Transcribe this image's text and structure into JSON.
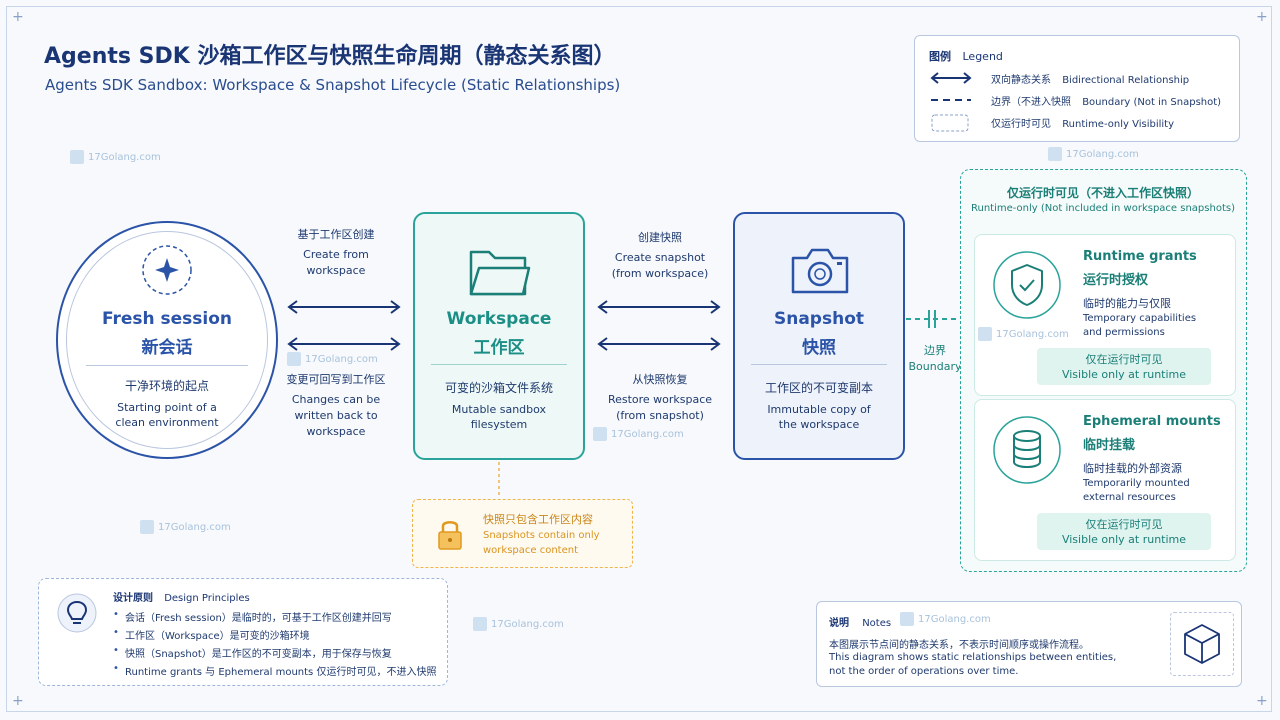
{
  "title": {
    "zh": "Agents SDK 沙箱工作区与快照生命周期（静态关系图）",
    "en": "Agents SDK Sandbox: Workspace & Snapshot Lifecycle (Static Relationships)"
  },
  "legend": {
    "title_zh": "图例",
    "title_en": "Legend",
    "items": [
      {
        "zh": "双向静态关系",
        "en": "Bidirectional Relationship"
      },
      {
        "zh": "边界（不进入快照",
        "en": "Boundary (Not in Snapshot)"
      },
      {
        "zh": "仅运行时可见",
        "en": "Runtime-only Visibility"
      }
    ]
  },
  "fresh": {
    "title_en": "Fresh session",
    "title_zh": "新会话",
    "desc_zh": "干净环境的起点",
    "desc_en_1": "Starting point of a",
    "desc_en_2": "clean environment"
  },
  "workspace": {
    "title_en": "Workspace",
    "title_zh": "工作区",
    "desc_zh": "可变的沙箱文件系统",
    "desc_en_1": "Mutable sandbox",
    "desc_en_2": "filesystem"
  },
  "snapshot": {
    "title_en": "Snapshot",
    "title_zh": "快照",
    "desc_zh": "工作区的不可变副本",
    "desc_en_1": "Immutable copy of",
    "desc_en_2": "the workspace"
  },
  "edges": {
    "create_from": {
      "zh": "基于工作区创建",
      "en_1": "Create from",
      "en_2": "workspace"
    },
    "writeback": {
      "zh": "变更可回写到工作区",
      "en_1": "Changes can be",
      "en_2": "written back to",
      "en_3": "workspace"
    },
    "create_snapshot": {
      "zh": "创建快照",
      "en_1": "Create snapshot",
      "en_2": "(from workspace)"
    },
    "restore": {
      "zh": "从快照恢复",
      "en_1": "Restore workspace",
      "en_2": "(from snapshot)"
    },
    "boundary": {
      "zh": "边界",
      "en": "Boundary"
    }
  },
  "runtime": {
    "title_zh": "仅运行时可见（不进入工作区快照）",
    "title_en": "Runtime-only (Not included in workspace snapshots)",
    "cards": [
      {
        "title_en": "Runtime grants",
        "title_zh": "运行时授权",
        "desc_zh": "临时的能力与仅限",
        "desc_en_1": "Temporary capabilities",
        "desc_en_2": "and permissions",
        "pill_zh": "仅在运行时可见",
        "pill_en": "Visible only at runtime"
      },
      {
        "title_en": "Ephemeral mounts",
        "title_zh": "临时挂载",
        "desc_zh": "临时挂载的外部资源",
        "desc_en_1": "Temporarily mounted",
        "desc_en_2": "external resources",
        "pill_zh": "仅在运行时可见",
        "pill_en": "Visible only at runtime"
      }
    ]
  },
  "callout": {
    "zh": "快照只包含工作区内容",
    "en_1": "Snapshots contain only",
    "en_2": "workspace content"
  },
  "principles": {
    "title_zh": "设计原则",
    "title_en": "Design Principles",
    "items": [
      "会话（Fresh session）是临时的，可基于工作区创建并回写",
      "工作区（Workspace）是可变的沙箱环境",
      "快照（Snapshot）是工作区的不可变副本，用于保存与恢复",
      "Runtime grants 与 Ephemeral mounts 仅运行时可见，不进入快照"
    ]
  },
  "notes": {
    "title_zh": "说明",
    "title_en": "Notes",
    "zh": "本图展示节点间的静态关系，不表示时间顺序或操作流程。",
    "en_1": "This diagram shows static relationships between entities,",
    "en_2": "not the order of operations over time."
  },
  "watermark": "17Golang.com",
  "colors": {
    "blue": "#2b54a8",
    "teal": "#2aa39a",
    "orange": "#f0b44c"
  }
}
